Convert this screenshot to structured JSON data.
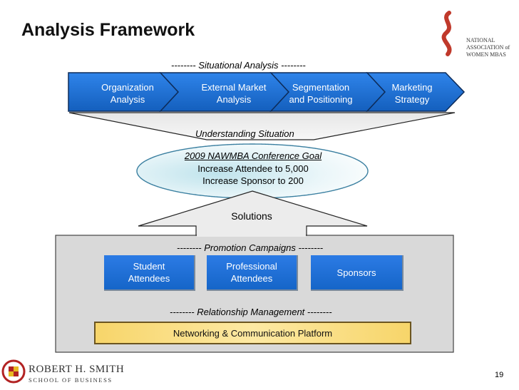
{
  "title": "Analysis Framework",
  "logo_nawmba": {
    "line1": "NATIONAL",
    "line2": "ASSOCIATION of",
    "line3": "WOMEN MBAS"
  },
  "situational_caption": "-------- Situational Analysis --------",
  "chevrons": [
    {
      "label": "Organization\nAnalysis"
    },
    {
      "label": "External Market\nAnalysis"
    },
    {
      "label": "Segmentation\nand Positioning"
    },
    {
      "label": "Marketing\nStrategy"
    }
  ],
  "understanding": "Understanding Situation",
  "goal": {
    "title": "2009 NAWMBA Conference Goal",
    "line1": "Increase Attendee to 5,000",
    "line2": "Increase Sponsor to 200"
  },
  "solutions": "Solutions",
  "promotion_caption": "-------- Promotion Campaigns --------",
  "promotion_boxes": [
    {
      "label": "Student\nAttendees"
    },
    {
      "label": "Professional\nAttendees"
    },
    {
      "label": "Sponsors"
    }
  ],
  "relationship_caption": "-------- Relationship Management --------",
  "platform": "Networking & Communication Platform",
  "footer_logo": {
    "line1": "ROBERT H. SMITH",
    "line2": "SCHOOL OF BUSINESS"
  },
  "page_number": "19",
  "colors": {
    "chevron_blue": "#1565c8",
    "panel_gray": "#d9d9d9",
    "brand_red": "#c0392b",
    "umd_red": "#b22222"
  }
}
